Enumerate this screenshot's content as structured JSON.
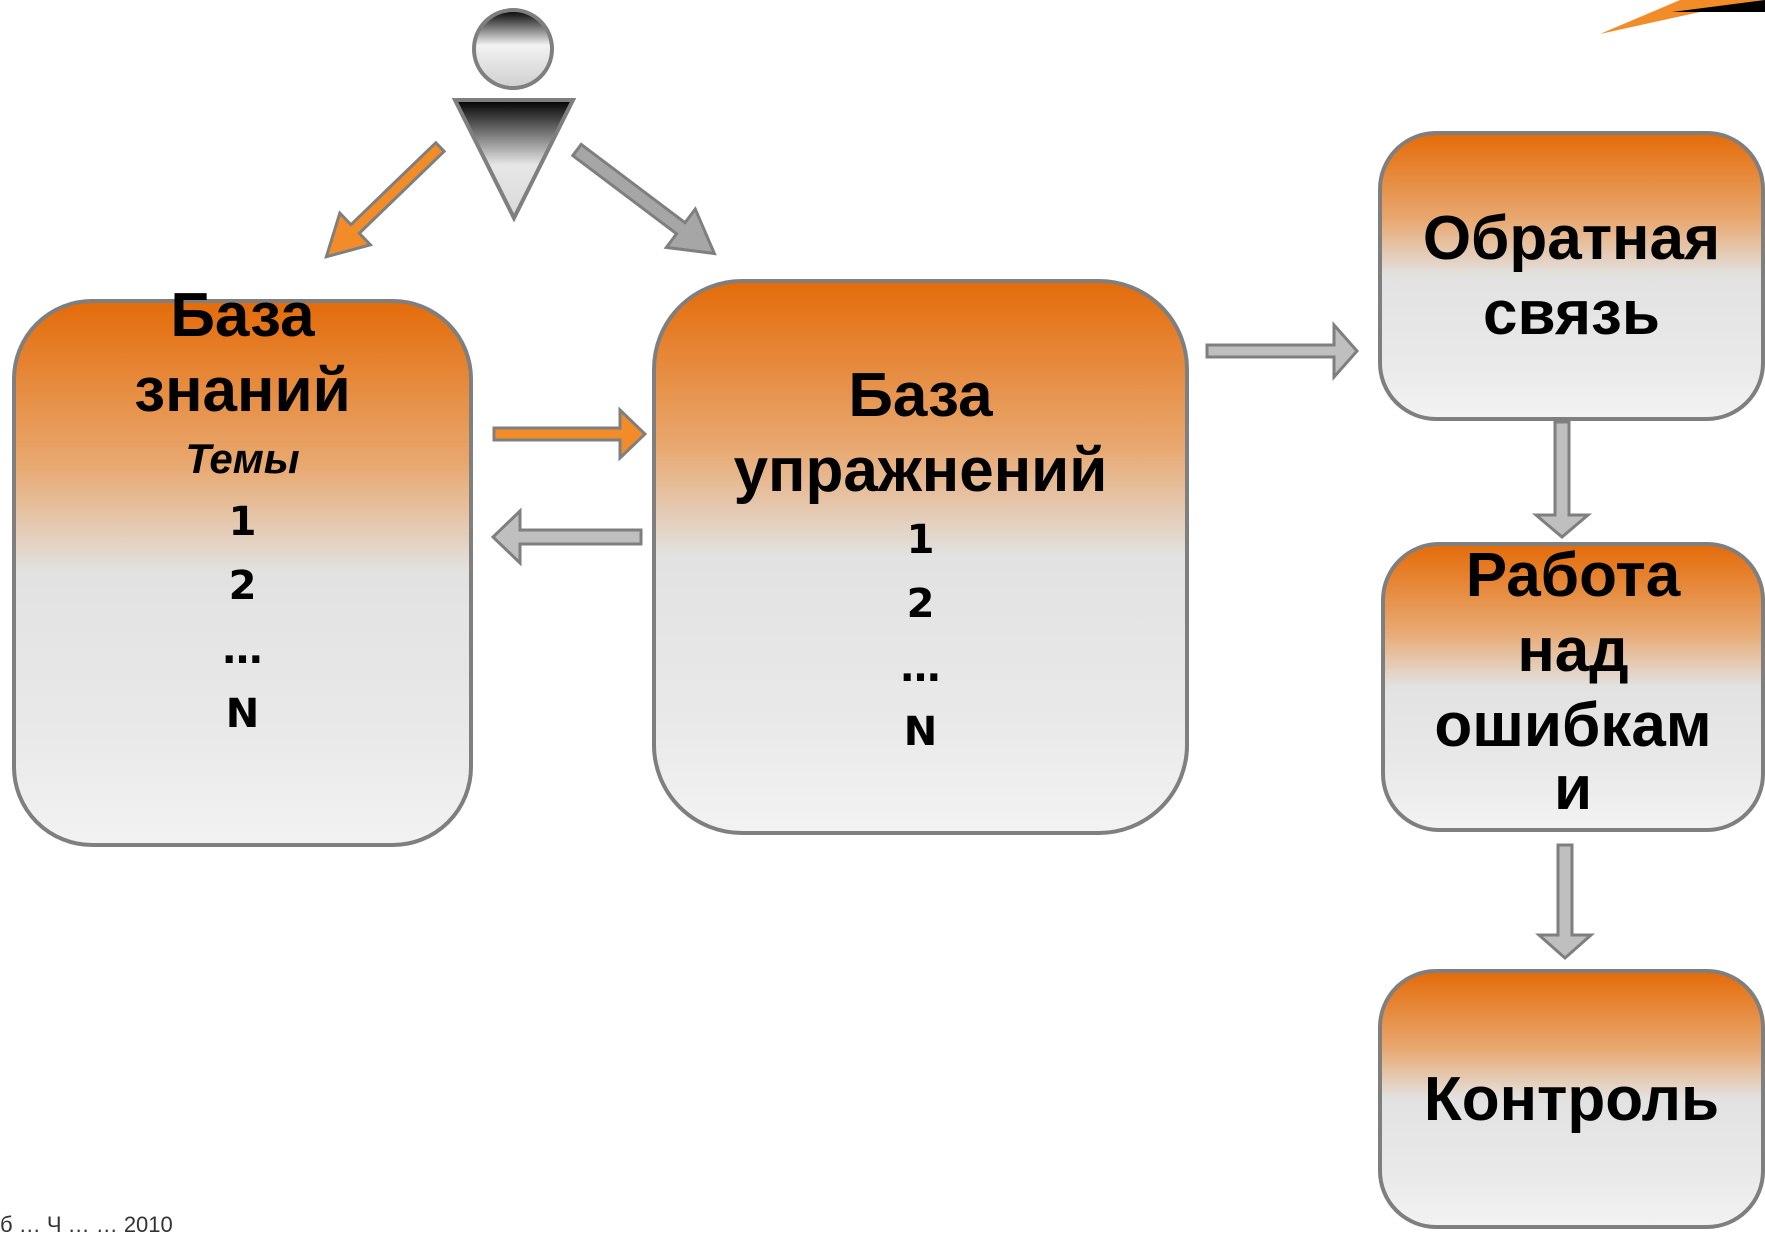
{
  "nodes": {
    "knowledge": {
      "title_line1": "База",
      "title_line2": "знаний",
      "subtitle": "Темы",
      "items": [
        "1",
        "2",
        "…",
        "N"
      ]
    },
    "exercises": {
      "title_line1": "База",
      "title_line2": "упражнений",
      "items": [
        "1",
        "2",
        "…",
        "N"
      ]
    },
    "feedback": {
      "title_line1": "Обратная",
      "title_line2": "связь"
    },
    "error_work": {
      "title_line1": "Работа",
      "title_line2": "над",
      "title_line3": "ошибкам",
      "title_line4": "и"
    },
    "control": {
      "title": "Контроль"
    }
  },
  "footer": {
    "text": "б … Ч … … 2010"
  },
  "colors": {
    "orange": "#e46c0a",
    "arrow_orange": "#f28c28",
    "arrow_gray": "#a6a6a6",
    "border": "#7f7f7f"
  }
}
